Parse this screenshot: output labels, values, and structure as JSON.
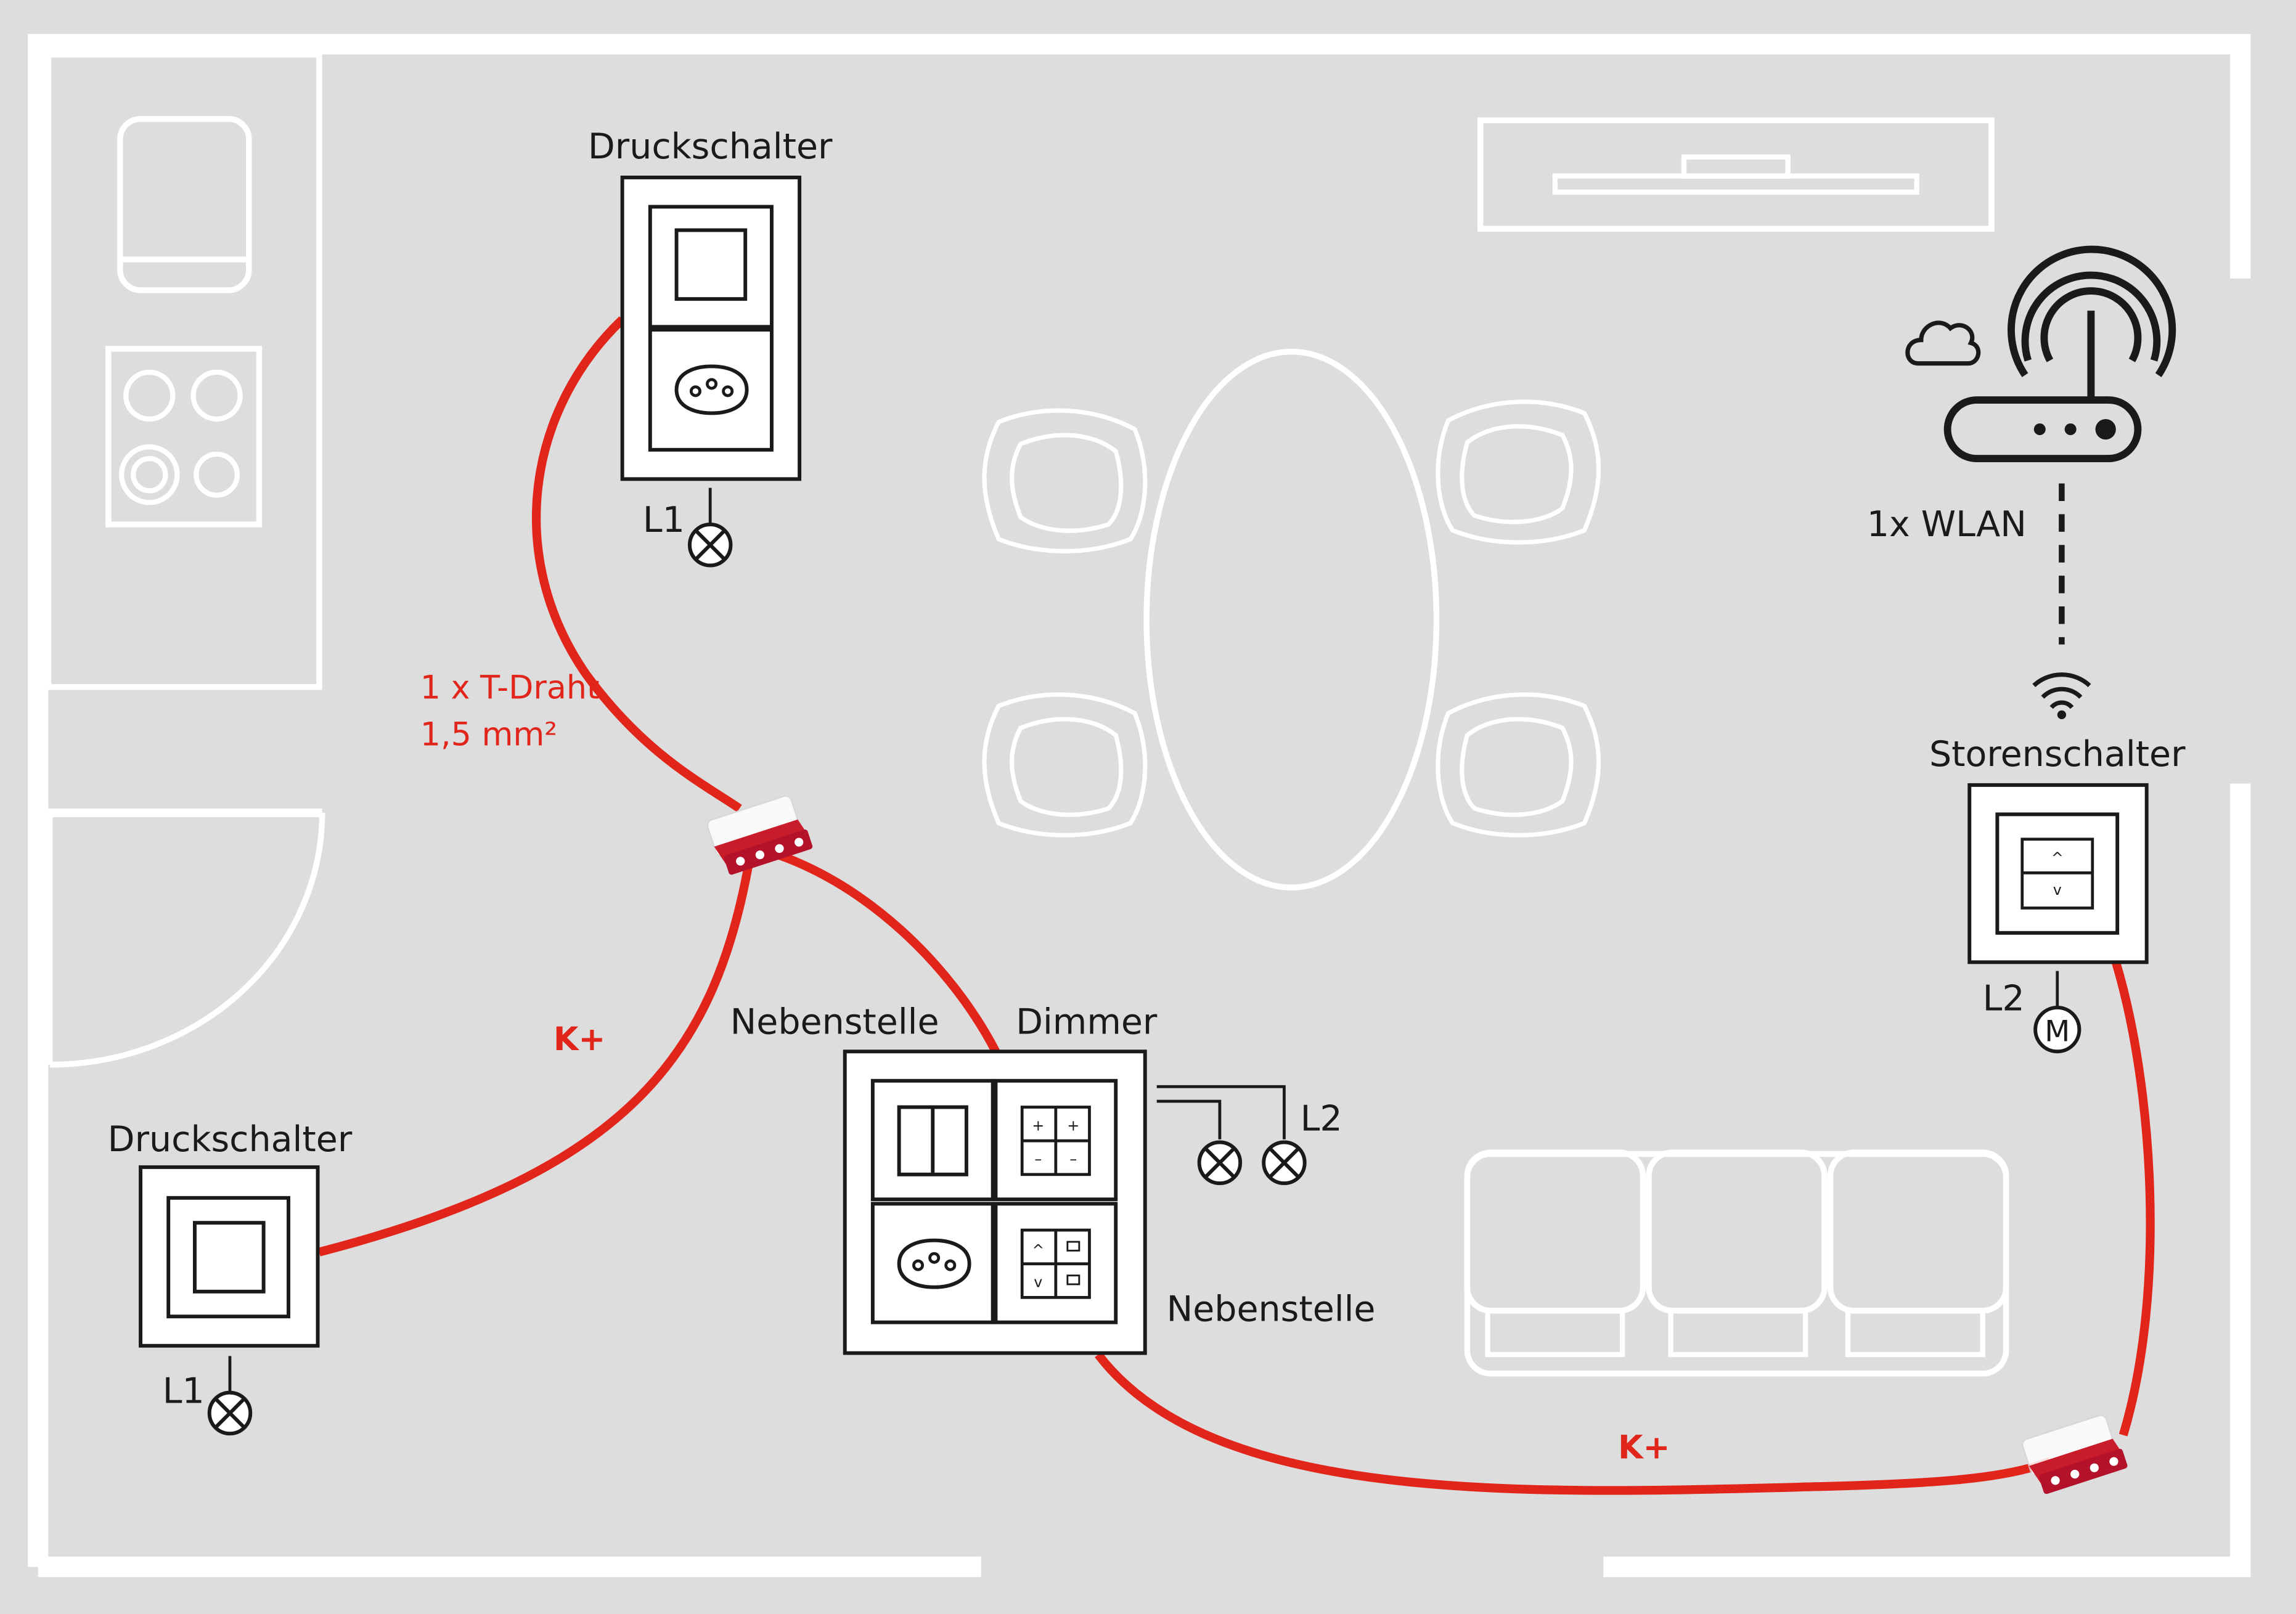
{
  "labels": {
    "top_switch_title": "Druckschalter",
    "left_switch_title": "Druckschalter",
    "store_switch_title": "Storenschalter",
    "nebenstelle_top": "Nebenstelle",
    "dimmer": "Dimmer",
    "nebenstelle_bottom": "Nebenstelle",
    "l1_top": "L1",
    "l1_left": "L1",
    "l2_dimmer": "L2",
    "l2_store": "L2",
    "motor_symbol": "M",
    "wlan": "1x WLAN",
    "wire_line1": "1 x T-Draht",
    "wire_line2": "1,5 mm²",
    "kplus_left": "K+",
    "kplus_bottom": "K+",
    "key_plus": "+",
    "key_minus": "–",
    "key_up": "^",
    "key_down": "v"
  },
  "icons": [
    "fridge-icon",
    "cooktop-icon",
    "tv-icon",
    "dining-table-icon",
    "chair-icon",
    "sofa-icon",
    "door-icon",
    "router-icon",
    "cloud-icon",
    "wifi-icon",
    "lamp-icon",
    "motor-icon",
    "connector-icon",
    "socket-icon"
  ],
  "colors": {
    "background": "#dcdddc",
    "walls": "#ffffff",
    "wire": "#e1251b",
    "text": "#1a1a1a",
    "device_fill": "#ffffff"
  }
}
